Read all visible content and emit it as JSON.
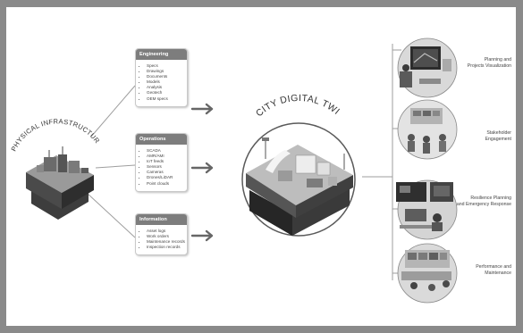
{
  "left_label": "PHYSICAL INFRASTRUCTURE",
  "center_label": "CITY DIGITAL TWIN",
  "boxes": {
    "engineering": {
      "title": "Engineering",
      "items": [
        "Specs",
        "Drawings",
        "Documents",
        "Models",
        "Analysis",
        "Geotech",
        "OEM specs"
      ]
    },
    "operations": {
      "title": "Operations",
      "items": [
        "SCADA",
        "AMR/AMI",
        "IoT feeds",
        "Sensors",
        "Cameras",
        "Drones/LiDAR",
        "Point clouds"
      ]
    },
    "information": {
      "title": "Information",
      "items": [
        "Asset logs",
        "Work orders",
        "Maintenance records",
        "Inspection records"
      ]
    }
  },
  "services": {
    "s1": "Planning and\nProjects Visualization",
    "s2": "Stakeholder\nEngagement",
    "s3": "Resilience Planning\nand Emergency Response",
    "s4": "Performance and\nMaintenance"
  },
  "colors": {
    "frame": "#8a8a8a",
    "header": "#7d7d7d",
    "line": "#999999"
  }
}
